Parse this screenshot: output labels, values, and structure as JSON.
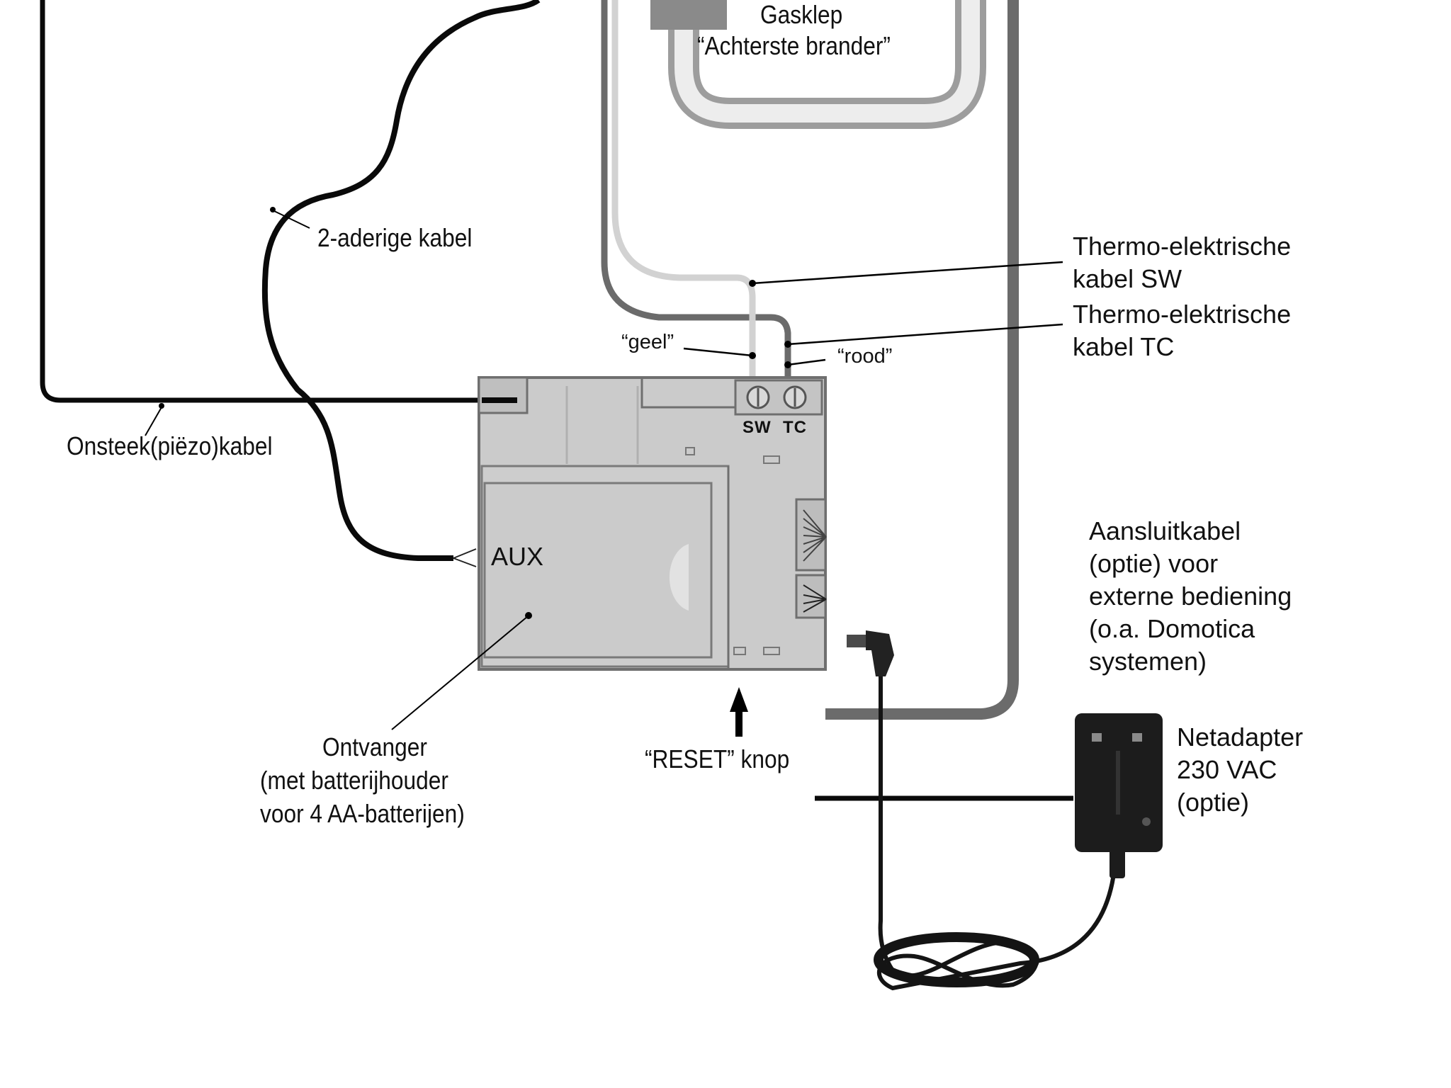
{
  "labels": {
    "gasklep_title": "Gasklep",
    "gasklep_sub": "“Achterste brander”",
    "two_wire_cable": "2-aderige kabel",
    "thermo_sw_line1": "Thermo-elektrische",
    "thermo_sw_line2": "kabel SW",
    "thermo_tc_line1": "Thermo-elektrische",
    "thermo_tc_line2": "kabel TC",
    "geel": "“geel”",
    "rood": "“rood”",
    "piezo_cable": "Onsteek(piëzo)kabel",
    "aux": "AUX",
    "terminal_sw": "SW",
    "terminal_tc": "TC",
    "connection_cable_lines": [
      "Aansluitkabel",
      "(optie) voor",
      "externe bediening",
      "(o.a. Domotica",
      "systemen)"
    ],
    "receiver_lines": [
      "Ontvanger",
      "(met batterijhouder",
      "voor 4 AA-batterijen)"
    ],
    "reset_button": "“RESET” knop",
    "adapter_lines": [
      "Netadapter",
      "230 VAC",
      "(optie)"
    ]
  },
  "colors": {
    "wire_black": "#0a0a0a",
    "wire_grey": "#6b6b6b",
    "wire_light": "#cfcfcf",
    "receiver_body": "#cbcbcb",
    "receiver_edge": "#6f6f6f",
    "adapter_body": "#1c1c1c"
  }
}
